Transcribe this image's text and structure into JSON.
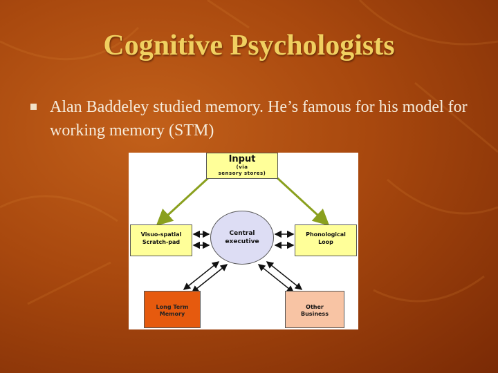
{
  "title": "Cognitive Psychologists",
  "bullet": {
    "text": "Alan Baddeley studied memory.  He’s famous for his model for working memory (STM)"
  },
  "diagram": {
    "input": "Input",
    "input_sub_line1": "(via",
    "input_sub_line2": "sensory stores)",
    "visuo_line1": "Visuo-spatial",
    "visuo_line2": "Scratch-pad",
    "central_line1": "Central",
    "central_line2": "executive",
    "phono_line1": "Phonological",
    "phono_line2": "Loop",
    "ltm_line1": "Long Term",
    "ltm_line2": "Memory",
    "other_line1": "Other",
    "other_line2": "Business"
  },
  "colors": {
    "title": "#f0d060",
    "background": "#a8480e",
    "store_box": "#ffff99",
    "central_executive": "#ddddf4",
    "long_term_memory": "#e65a0e",
    "other_business": "#f8c4a4",
    "input_arrow": "#8aa01e"
  }
}
